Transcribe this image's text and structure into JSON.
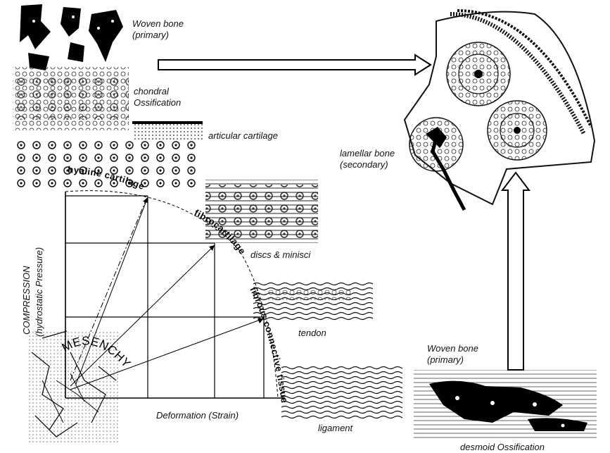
{
  "labels": {
    "woven_bone_top": [
      "Woven bone",
      "(primary)"
    ],
    "chondral": [
      "chondral",
      "Ossification"
    ],
    "articular": "articular  cartilage",
    "lamellar": [
      "lamellar bone",
      "(secondary)"
    ],
    "discs": "discs & minisci",
    "tendon": "tendon",
    "ligament": "ligament",
    "woven_bone_bottom": [
      "Woven bone",
      "(primary)"
    ],
    "desmoid": "desmoid  Ossification",
    "deformation": "Deformation  (Strain)",
    "compression": "COMPRESSION",
    "hydrostatic": "(hydrostatic  Pressure)",
    "mesenchym": "MESENCHYM",
    "hyaline": "hyaline cartilage",
    "fibrocartilage": "fibrocartilage",
    "fibrous": "fibrous connective tissue"
  }
}
